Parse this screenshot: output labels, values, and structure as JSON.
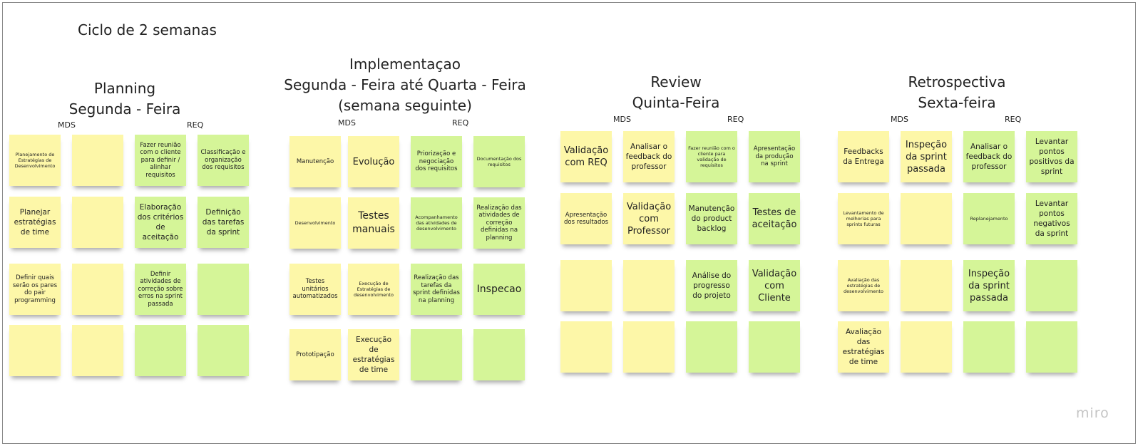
{
  "board": {
    "title": "Ciclo de 2 semanas",
    "watermark": "miro",
    "colors": {
      "yellow": "#fdf7a8",
      "green": "#d5f598"
    }
  },
  "columns": [
    {
      "id": "planning",
      "heading": [
        "Planning",
        "Segunda - Feira"
      ],
      "mds_label": "MDS",
      "req_label": "REQ",
      "notes": [
        {
          "text": "Planejamento de Estratégias de Desenvolvimento",
          "color": "yellow"
        },
        {
          "text": "",
          "color": "yellow"
        },
        {
          "text": "Fazer reunião com o cliente para definir / alinhar requisitos",
          "color": "green"
        },
        {
          "text": "Classificação e organização dos requisitos",
          "color": "green"
        },
        {
          "text": "Planejar estratégias de time",
          "color": "yellow"
        },
        {
          "text": "",
          "color": "yellow"
        },
        {
          "text": "Elaboração dos critérios de aceitação",
          "color": "green"
        },
        {
          "text": "Definição das tarefas da sprint",
          "color": "green"
        },
        {
          "text": "Definir quais serão os pares do pair programming",
          "color": "yellow"
        },
        {
          "text": "",
          "color": "yellow"
        },
        {
          "text": "Definir atividades de correção sobre erros na sprint passada",
          "color": "green"
        },
        {
          "text": "",
          "color": "green"
        },
        {
          "text": "",
          "color": "yellow"
        },
        {
          "text": "",
          "color": "yellow"
        },
        {
          "text": "",
          "color": "green"
        },
        {
          "text": "",
          "color": "green"
        }
      ]
    },
    {
      "id": "implementacao",
      "heading": [
        "Implementaçao",
        "Segunda - Feira até Quarta - Feira",
        "(semana seguinte)"
      ],
      "mds_label": "MDS",
      "req_label": "REQ",
      "notes": [
        {
          "text": "Manutenção",
          "color": "yellow"
        },
        {
          "text": "Evolução",
          "color": "yellow"
        },
        {
          "text": "Priorização e negociação dos requisitos",
          "color": "green"
        },
        {
          "text": "Documentação dos requisitos",
          "color": "green"
        },
        {
          "text": "Desenvolvimento",
          "color": "yellow"
        },
        {
          "text": "Testes manuais",
          "color": "yellow"
        },
        {
          "text": "Acompanhamento das atividades de desenvolvimento",
          "color": "green"
        },
        {
          "text": "Realização das atividades de correção definidas na planning",
          "color": "green"
        },
        {
          "text": "Testes unitários automatizados",
          "color": "yellow"
        },
        {
          "text": "Execução de Estratégias de desenvolvimento",
          "color": "yellow"
        },
        {
          "text": "Realização das tarefas da sprint definidas na planning",
          "color": "green"
        },
        {
          "text": "Inspecao",
          "color": "green"
        },
        {
          "text": "Prototipação",
          "color": "yellow"
        },
        {
          "text": "Execução de estratégias de time",
          "color": "yellow"
        },
        {
          "text": "",
          "color": "green"
        },
        {
          "text": "",
          "color": "green"
        }
      ]
    },
    {
      "id": "review",
      "heading": [
        "Review",
        "Quinta-Feira"
      ],
      "mds_label": "MDS",
      "req_label": "REQ",
      "notes": [
        {
          "text": "Validação com REQ",
          "color": "yellow"
        },
        {
          "text": "Analisar o feedback do professor",
          "color": "yellow"
        },
        {
          "text": "Fazer reunião com o cliente para validação de requisitos",
          "color": "green"
        },
        {
          "text": "Apresentação da produção na sprint",
          "color": "green"
        },
        {
          "text": "Apresentação dos resultados",
          "color": "yellow"
        },
        {
          "text": "Validação com Professor",
          "color": "yellow"
        },
        {
          "text": "Manutenção do product backlog",
          "color": "green"
        },
        {
          "text": "Testes de aceitação",
          "color": "green"
        },
        {
          "text": "",
          "color": "yellow"
        },
        {
          "text": "",
          "color": "yellow"
        },
        {
          "text": "Análise do progresso do projeto",
          "color": "green"
        },
        {
          "text": "Validação com Cliente",
          "color": "green"
        },
        {
          "text": "",
          "color": "yellow"
        },
        {
          "text": "",
          "color": "yellow"
        },
        {
          "text": "",
          "color": "green"
        },
        {
          "text": "",
          "color": "green"
        }
      ]
    },
    {
      "id": "retrospectiva",
      "heading": [
        "Retrospectiva",
        "Sexta-feira"
      ],
      "mds_label": "MDS",
      "req_label": "REQ",
      "notes": [
        {
          "text": "Feedbacks da Entrega",
          "color": "yellow"
        },
        {
          "text": "Inspeção da sprint passada",
          "color": "yellow"
        },
        {
          "text": "Analisar o feedback do professor",
          "color": "green"
        },
        {
          "text": "Levantar pontos positivos da sprint",
          "color": "green"
        },
        {
          "text": "Levantamento de melhorias para sprints futuras",
          "color": "yellow"
        },
        {
          "text": "",
          "color": "yellow"
        },
        {
          "text": "Replanejamento",
          "color": "green"
        },
        {
          "text": "Levantar pontos negativos da sprint",
          "color": "green"
        },
        {
          "text": "Avaliação das estratégias de desenvolvimento",
          "color": "yellow"
        },
        {
          "text": "",
          "color": "yellow"
        },
        {
          "text": "Inspeção da sprint passada",
          "color": "green"
        },
        {
          "text": "",
          "color": "green"
        },
        {
          "text": "Avaliação das estratégias de time",
          "color": "yellow"
        },
        {
          "text": "",
          "color": "yellow"
        },
        {
          "text": "",
          "color": "green"
        },
        {
          "text": "",
          "color": "green"
        }
      ]
    }
  ]
}
